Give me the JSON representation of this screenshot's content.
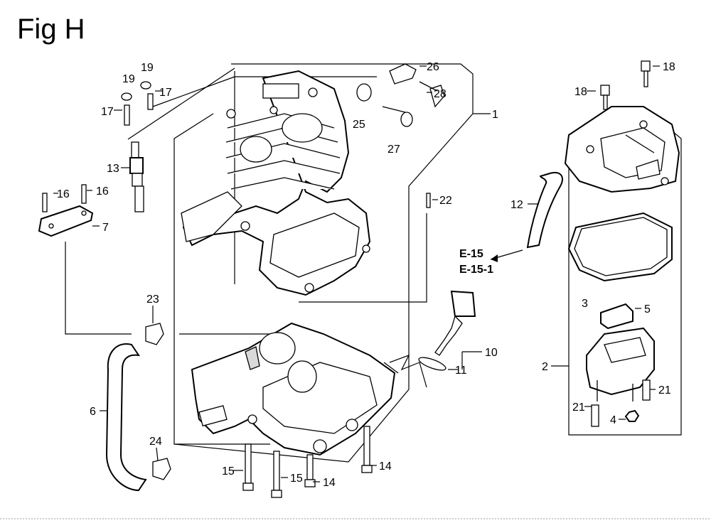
{
  "figure": {
    "title": "Fig H"
  },
  "callouts": {
    "c1": "1",
    "c2": "2",
    "c3": "3",
    "c4": "4",
    "c5": "5",
    "c6": "6",
    "c7": "7",
    "c10": "10",
    "c11": "11",
    "c12": "12",
    "c13": "13",
    "c14a": "14",
    "c14b": "14",
    "c15a": "15",
    "c15b": "15",
    "c16a": "16",
    "c16b": "16",
    "c17a": "17",
    "c17b": "17",
    "c18a": "18",
    "c18b": "18",
    "c19a": "19",
    "c19b": "19",
    "c21a": "21",
    "c21b": "21",
    "c22": "22",
    "c23": "23",
    "c24": "24",
    "c25": "25",
    "c26": "26",
    "c27": "27",
    "c28": "28"
  },
  "references": {
    "ref1": "E-15",
    "ref2": "E-15-1"
  }
}
